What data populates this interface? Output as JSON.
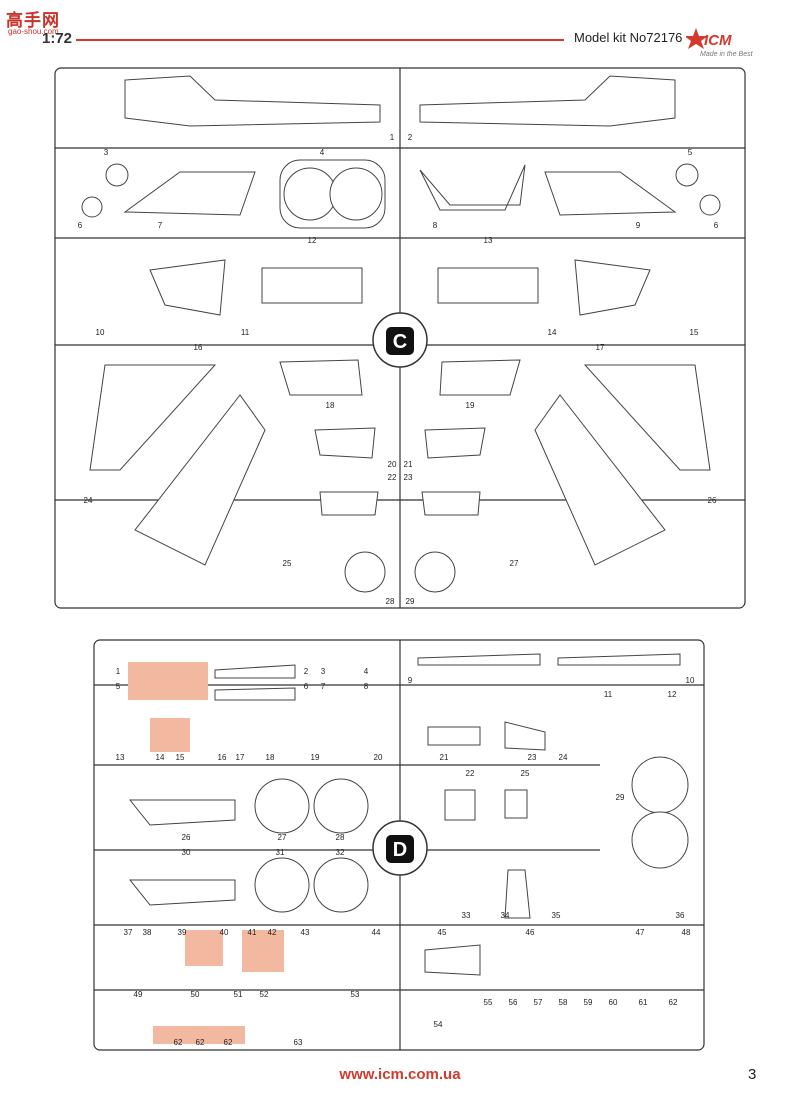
{
  "header": {
    "watermark_text": "高手网",
    "watermark_sub": "gao-shou.com",
    "scale": "1:72",
    "kit": "Model kit No72176",
    "logo": "ICM",
    "logo_sub": "Made in the Best"
  },
  "sprues": {
    "c": {
      "letter": "C",
      "labels": [
        "1",
        "2",
        "3",
        "4",
        "5",
        "6",
        "7",
        "8",
        "9",
        "6",
        "10",
        "11",
        "12",
        "13",
        "14",
        "15",
        "16",
        "17",
        "18",
        "19",
        "20",
        "21",
        "22",
        "23",
        "24",
        "25",
        "26",
        "27",
        "28",
        "29"
      ]
    },
    "d": {
      "letter": "D",
      "labels": [
        "1",
        "2",
        "3",
        "4",
        "5",
        "6",
        "7",
        "8",
        "9",
        "10",
        "11",
        "12",
        "13",
        "14",
        "15",
        "16",
        "17",
        "18",
        "19",
        "20",
        "21",
        "22",
        "23",
        "24",
        "25",
        "26",
        "27",
        "28",
        "29",
        "30",
        "31",
        "32",
        "33",
        "34",
        "35",
        "36",
        "37",
        "38",
        "39",
        "40",
        "41",
        "42",
        "43",
        "44",
        "45",
        "46",
        "47",
        "48",
        "49",
        "50",
        "51",
        "52",
        "53",
        "54",
        "55",
        "56",
        "57",
        "58",
        "59",
        "60",
        "61",
        "62",
        "63"
      ]
    }
  },
  "footer": {
    "url": "www.icm.com.ua",
    "page": "3"
  },
  "colors": {
    "accent": "#d23a2e",
    "highlight": "#f2b9a0",
    "line": "#333333"
  }
}
